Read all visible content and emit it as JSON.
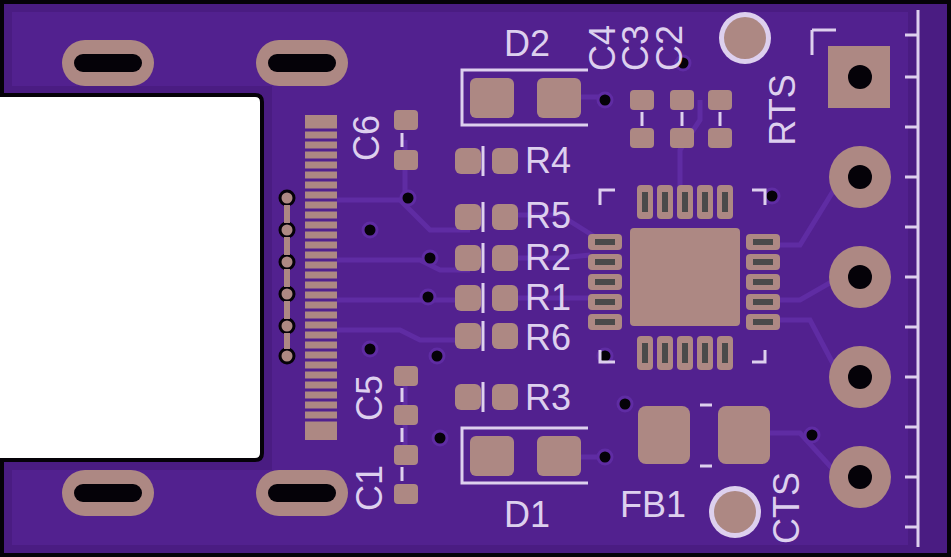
{
  "diagram": {
    "labels": [
      "D2",
      "C4",
      "C3",
      "C2",
      "RTS",
      "C6",
      "R4",
      "R5",
      "R2",
      "R1",
      "R6",
      "R3",
      "C5",
      "C1",
      "D1",
      "FB1",
      "CTS"
    ]
  }
}
